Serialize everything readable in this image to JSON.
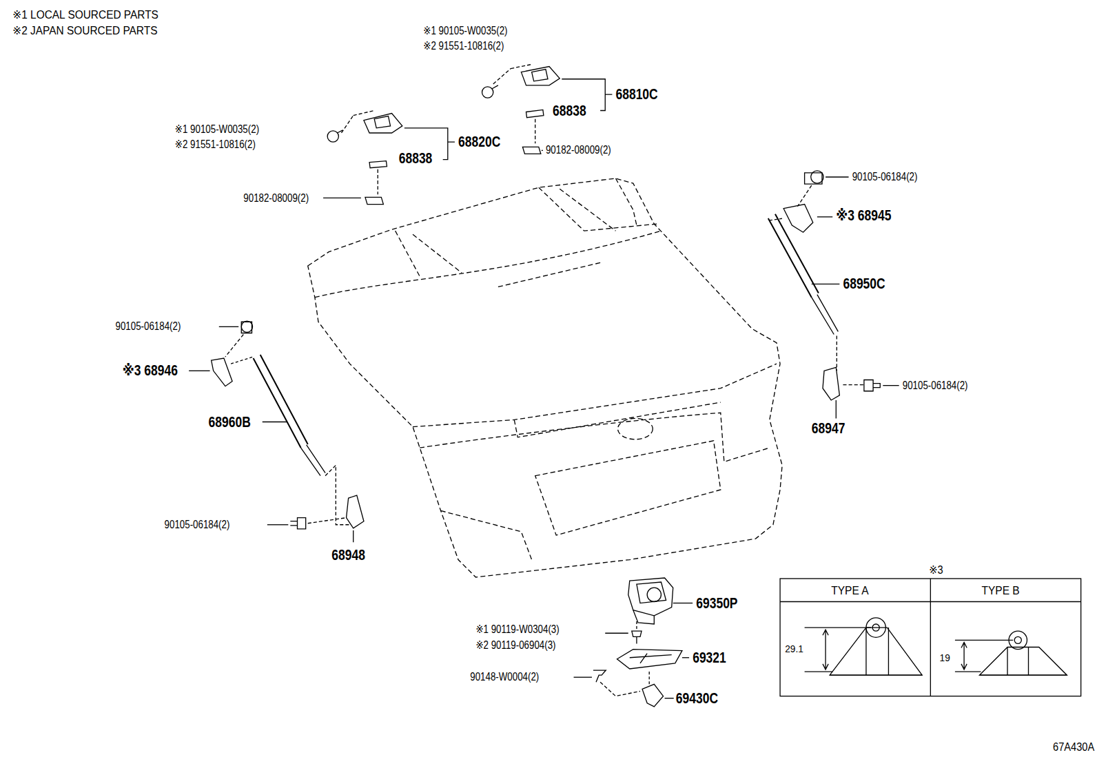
{
  "diagram": {
    "labels": [
      "※1  LOCAL SOURCED PARTS",
      "※2  JAPAN SOURCED PARTS",
      "※1 90105-W0035(2)",
      "※2 91551-10816(2)",
      "68810C",
      "68838",
      "90182-08009(2)",
      "※1 90105-W0035(2)",
      "※2 91551-10816(2)",
      "68820C",
      "68838",
      "90182-08009(2)",
      "90105-06184(2)",
      "※3 68945",
      "68950C",
      "90105-06184(2)",
      "※3 68946",
      "90105-06184(2)",
      "68947",
      "68960B",
      "90105-06184(2)",
      "68948",
      "※3",
      "TYPE A",
      "TYPE B",
      "29.1",
      "19",
      "69350P",
      "※1 90119-W0304(3)",
      "※2 90119-06904(3)",
      "69321",
      "90148-W0004(2)",
      "69430C",
      "67A430A"
    ]
  }
}
